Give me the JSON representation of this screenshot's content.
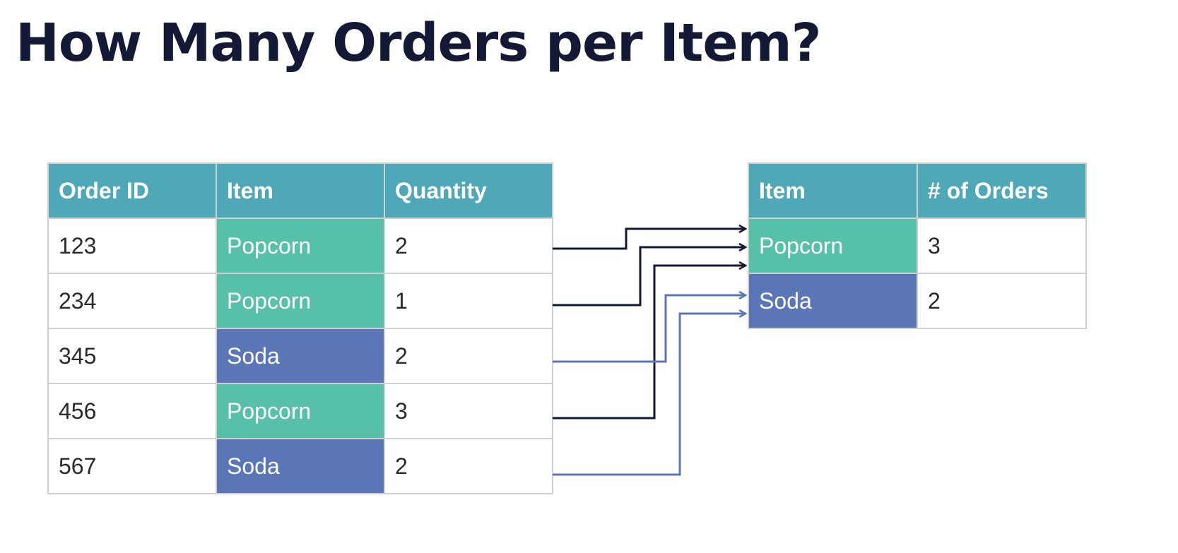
{
  "title": "How Many Orders per Item?",
  "orders_table": {
    "headers": [
      "Order ID",
      "Item",
      "Quantity"
    ],
    "rows": [
      {
        "order_id": "123",
        "item": "Popcorn",
        "quantity": "2"
      },
      {
        "order_id": "234",
        "item": "Popcorn",
        "quantity": "1"
      },
      {
        "order_id": "345",
        "item": "Soda",
        "quantity": "2"
      },
      {
        "order_id": "456",
        "item": "Popcorn",
        "quantity": "3"
      },
      {
        "order_id": "567",
        "item": "Soda",
        "quantity": "2"
      }
    ]
  },
  "summary_table": {
    "headers": [
      "Item",
      "# of Orders"
    ],
    "rows": [
      {
        "item": "Popcorn",
        "count": "3"
      },
      {
        "item": "Soda",
        "count": "2"
      }
    ]
  },
  "colors": {
    "header": "#4ea8b7",
    "popcorn": "#57c0a8",
    "soda": "#5b76b7",
    "popcorn_arrow": "#141a36",
    "soda_arrow": "#5b76b7"
  }
}
